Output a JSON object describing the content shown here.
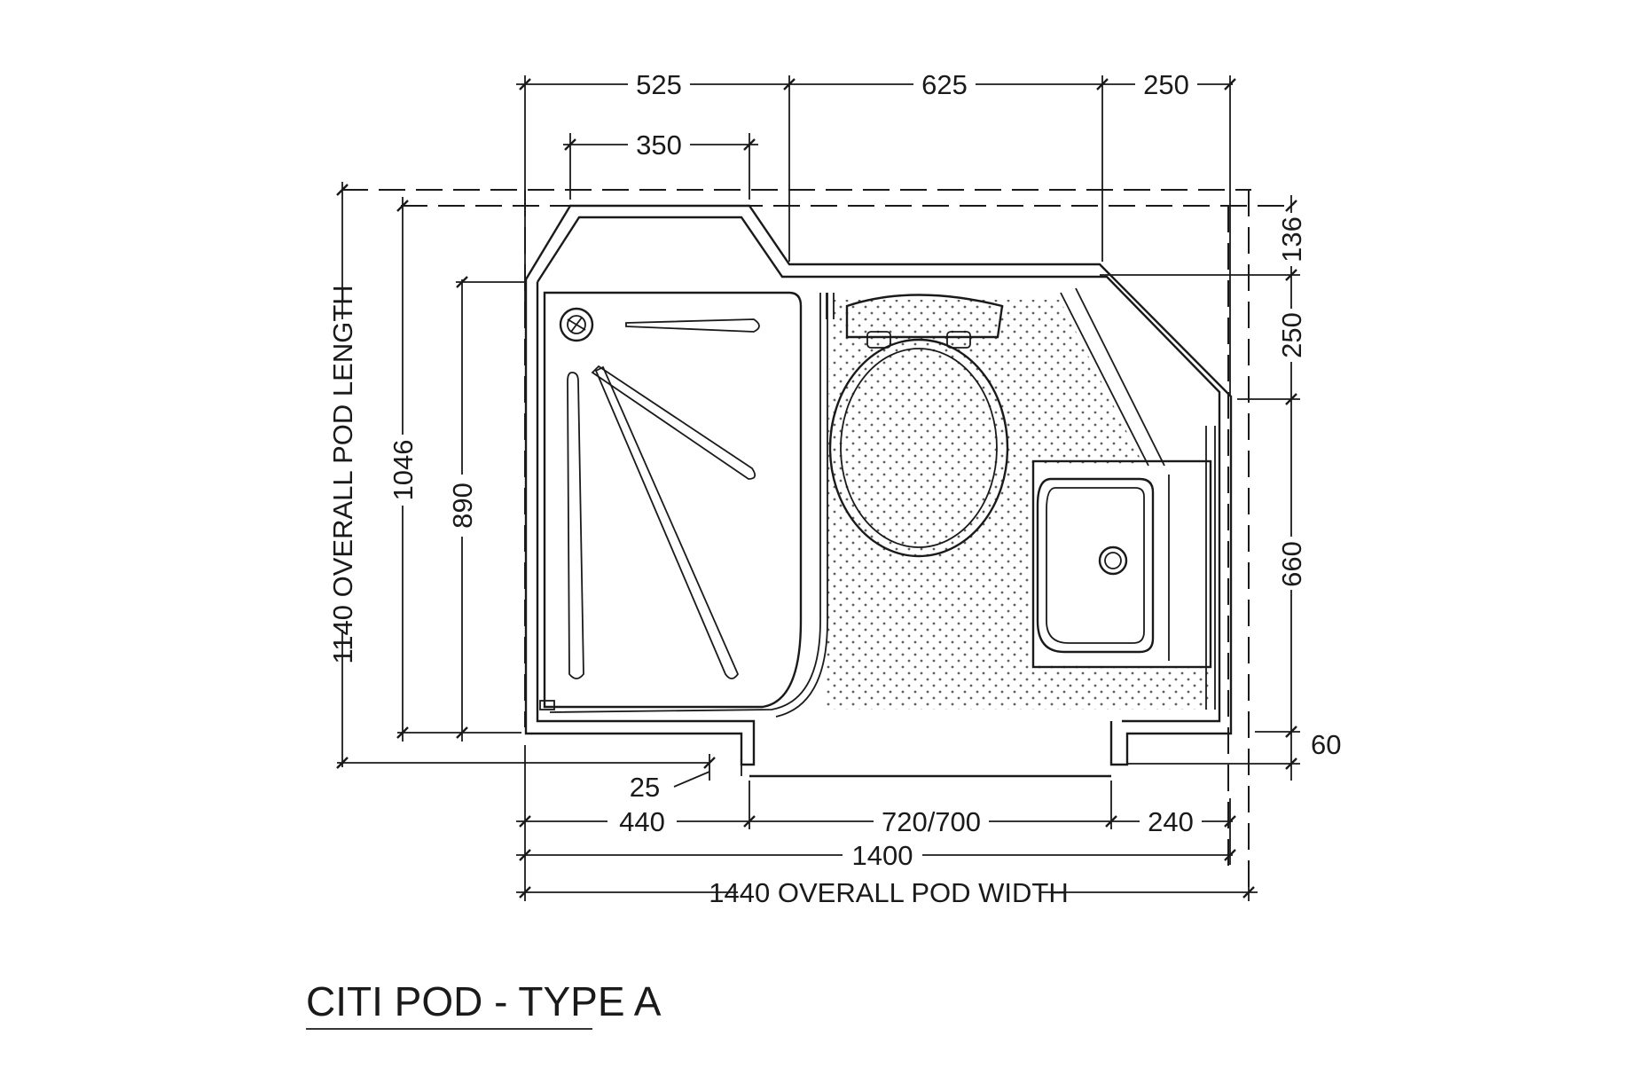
{
  "title": "CITI POD - TYPE A",
  "dimensions": {
    "top_525": "525",
    "top_625": "625",
    "top_250": "250",
    "top_350": "350",
    "right_136": "136",
    "right_250": "250",
    "right_660": "660",
    "right_60": "60",
    "left_1140": "1140 OVERALL POD LENGTH",
    "left_1046": "1046",
    "left_890": "890",
    "bottom_25": "25",
    "bottom_440": "440",
    "bottom_720_700": "720/700",
    "bottom_240": "240",
    "bottom_1400": "1400",
    "bottom_1440": "1440 OVERALL POD WIDTH"
  },
  "colors": {
    "line": "#1a1a1a",
    "background": "#ffffff"
  }
}
